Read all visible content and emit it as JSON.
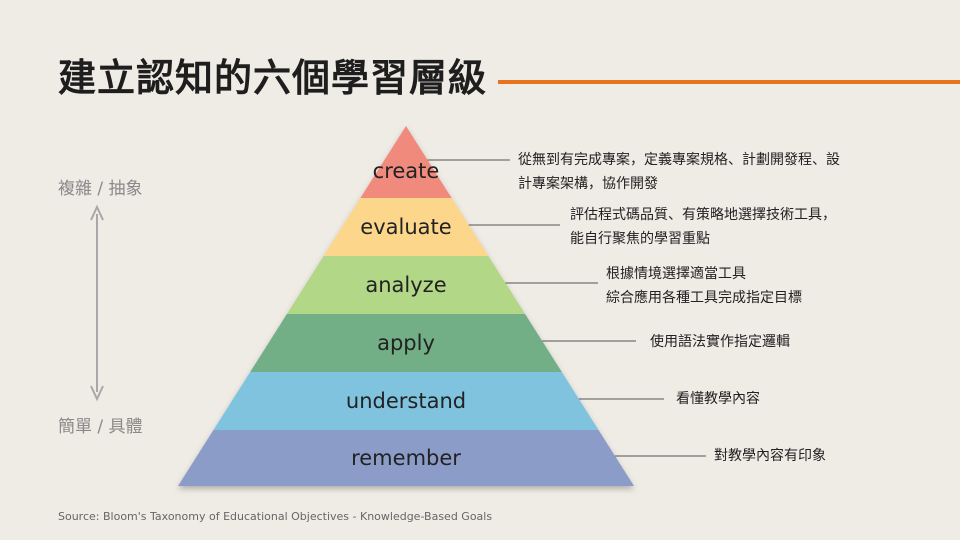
{
  "title": "建立認知的六個學習層級",
  "axis": {
    "top_label": "複雜 / 抽象",
    "bottom_label": "簡單 / 具體",
    "arrow_color": "#a8a8a8"
  },
  "accent_color": "#e8731f",
  "levels": [
    {
      "label": "create",
      "color": "#f08a7d",
      "description": [
        "從無到有完成專案，定義專案規格、計劃開發程、設",
        "計專案架構，協作開發"
      ]
    },
    {
      "label": "evaluate",
      "color": "#fcd68b",
      "description": [
        "評估程式碼品質、有策略地選擇技術工具，",
        "能自行聚焦的學習重點"
      ]
    },
    {
      "label": "analyze",
      "color": "#b2d787",
      "description": [
        "根據情境選擇適當工具",
        "綜合應用各種工具完成指定目標"
      ]
    },
    {
      "label": "apply",
      "color": "#72ae86",
      "description": [
        "使用語法實作指定邏輯"
      ]
    },
    {
      "label": "understand",
      "color": "#80c3de",
      "description": [
        "看懂教學內容"
      ]
    },
    {
      "label": "remember",
      "color": "#8b9cc8",
      "description": [
        "對教學內容有印象"
      ]
    }
  ],
  "source": "Source: Bloom's Taxonomy of Educational Objectives - Knowledge-Based Goals"
}
